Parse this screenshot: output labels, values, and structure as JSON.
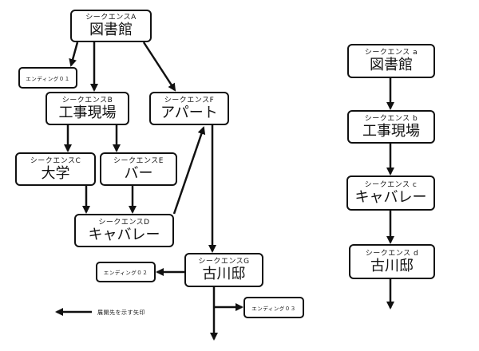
{
  "left_chart": {
    "nodes": {
      "A": {
        "seq": "シークエンスA",
        "place": "図書館"
      },
      "B": {
        "seq": "シークエンスB",
        "place": "工事現場"
      },
      "C": {
        "seq": "シークエンスC",
        "place": "大学"
      },
      "D": {
        "seq": "シークエンスD",
        "place": "キャバレー"
      },
      "E": {
        "seq": "シークエンスE",
        "place": "バー"
      },
      "F": {
        "seq": "シークエンスF",
        "place": "アパート"
      },
      "G": {
        "seq": "シークエンスG",
        "place": "古川邸"
      }
    },
    "endings": {
      "e01": "エンディング０１",
      "e02": "エンディング０２",
      "e03": "エンディング０３"
    },
    "edges": [
      [
        "A",
        "e01"
      ],
      [
        "A",
        "B"
      ],
      [
        "A",
        "F"
      ],
      [
        "B",
        "C"
      ],
      [
        "B",
        "E"
      ],
      [
        "C",
        "D"
      ],
      [
        "E",
        "D"
      ],
      [
        "D",
        "F"
      ],
      [
        "F",
        "G"
      ],
      [
        "G",
        "e02"
      ],
      [
        "G",
        "e03"
      ],
      [
        "G",
        "continue"
      ]
    ]
  },
  "right_chart": {
    "nodes": {
      "a": {
        "seq": "シークエンス a",
        "place": "図書館"
      },
      "b": {
        "seq": "シークエンス b",
        "place": "工事現場"
      },
      "c": {
        "seq": "シークエンス c",
        "place": "キャバレー"
      },
      "d": {
        "seq": "シークエンス d",
        "place": "古川邸"
      }
    },
    "edges": [
      [
        "a",
        "b"
      ],
      [
        "b",
        "c"
      ],
      [
        "c",
        "d"
      ],
      [
        "d",
        "continue"
      ]
    ]
  },
  "legend": {
    "arrow_label": "展開先を示す矢印"
  }
}
